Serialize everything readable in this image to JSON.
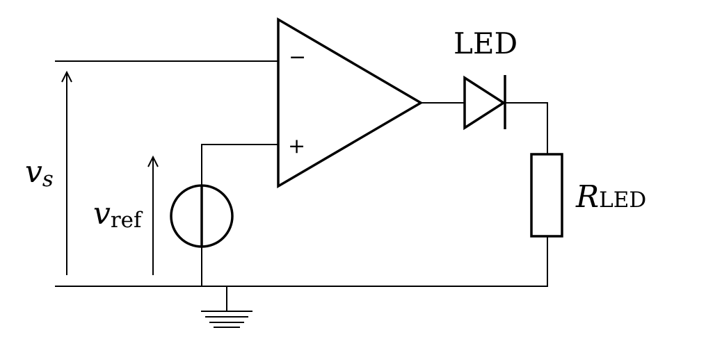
{
  "labels": {
    "led": "LED",
    "vs_main": "v",
    "vs_sub": "s",
    "vref_main": "v",
    "vref_sub": "ref",
    "rled_main": "R",
    "rled_sub": "LED",
    "inverting_sign": "−",
    "noninverting_sign": "+"
  }
}
